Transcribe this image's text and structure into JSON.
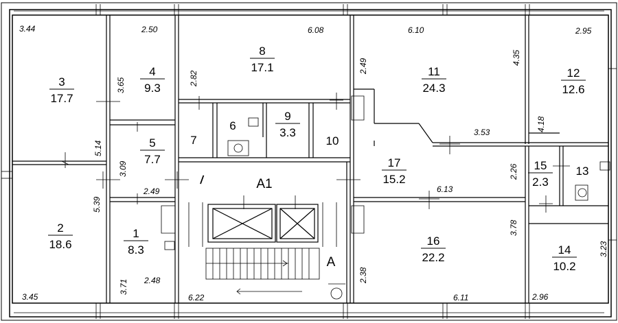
{
  "rooms": [
    {
      "id": "1",
      "area": "8.3"
    },
    {
      "id": "2",
      "area": "18.6"
    },
    {
      "id": "3",
      "area": "17.7"
    },
    {
      "id": "4",
      "area": "9.3"
    },
    {
      "id": "5",
      "area": "7.7"
    },
    {
      "id": "6",
      "area": ""
    },
    {
      "id": "7",
      "area": ""
    },
    {
      "id": "8",
      "area": "17.1"
    },
    {
      "id": "9",
      "area": "3.3"
    },
    {
      "id": "10",
      "area": ""
    },
    {
      "id": "11",
      "area": "24.3"
    },
    {
      "id": "12",
      "area": "12.6"
    },
    {
      "id": "13",
      "area": ""
    },
    {
      "id": "14",
      "area": "10.2"
    },
    {
      "id": "15",
      "area": "2.3"
    },
    {
      "id": "16",
      "area": "22.2"
    },
    {
      "id": "17",
      "area": "15.2"
    }
  ],
  "labels": {
    "a1": "A1",
    "a": "A",
    "i": "I"
  },
  "dims": [
    "3.44",
    "2.50",
    "6.08",
    "6.10",
    "2.95",
    "3.65",
    "2.82",
    "2.49",
    "4.35",
    "5.14",
    "3.09",
    "2.49",
    "3.53",
    "4.18",
    "2.26",
    "6.13",
    "5.39",
    "3.78",
    "3.23",
    "3.71",
    "2.48",
    "2.38",
    "3.45",
    "6.22",
    "6.11",
    "2.96"
  ]
}
